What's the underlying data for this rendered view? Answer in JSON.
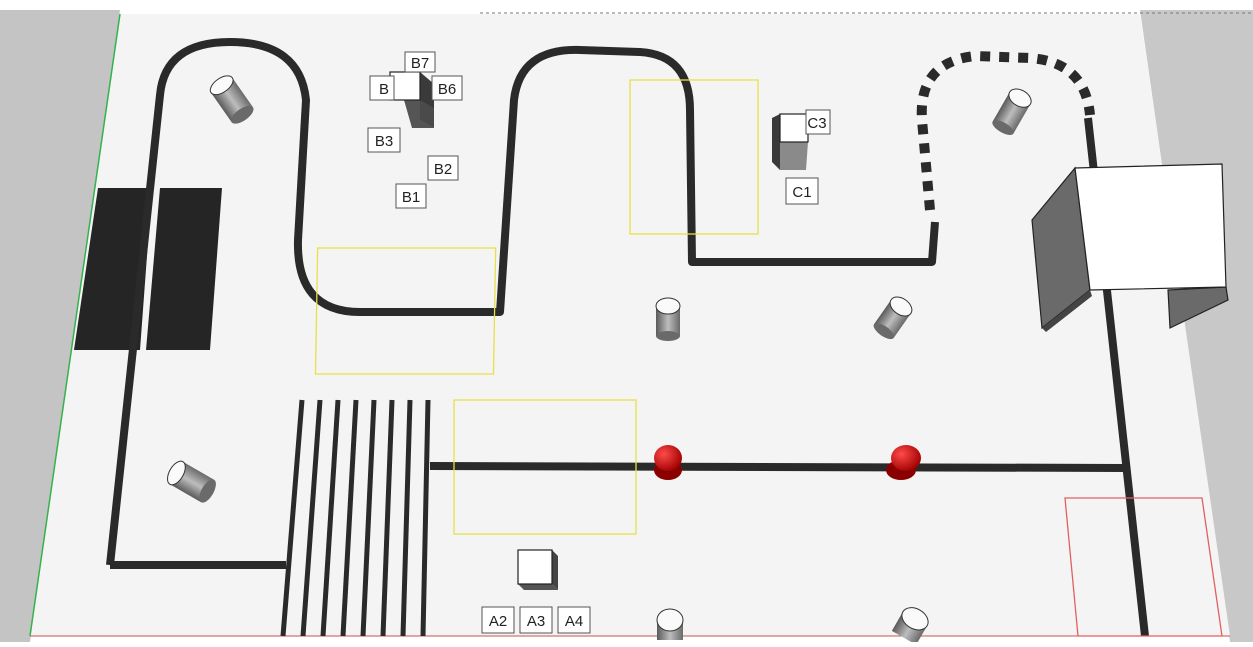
{
  "scene": {
    "background_color": "#ffffff",
    "board_color": "#f4f4f4",
    "line_color": "#2a2a2a",
    "zone_yellow": "#e8e04a",
    "zone_red": "#e06060",
    "ball_red": "#e00000",
    "cylinder_color": "#888888",
    "block_color": "#ffffff"
  },
  "labels": {
    "a2": "A2",
    "a3": "A3",
    "a4": "A4",
    "b1": "B1",
    "b2": "B2",
    "b3": "B3",
    "b5": "B",
    "b6": "B6",
    "b7": "B7",
    "c1": "C1",
    "c3": "C3"
  }
}
